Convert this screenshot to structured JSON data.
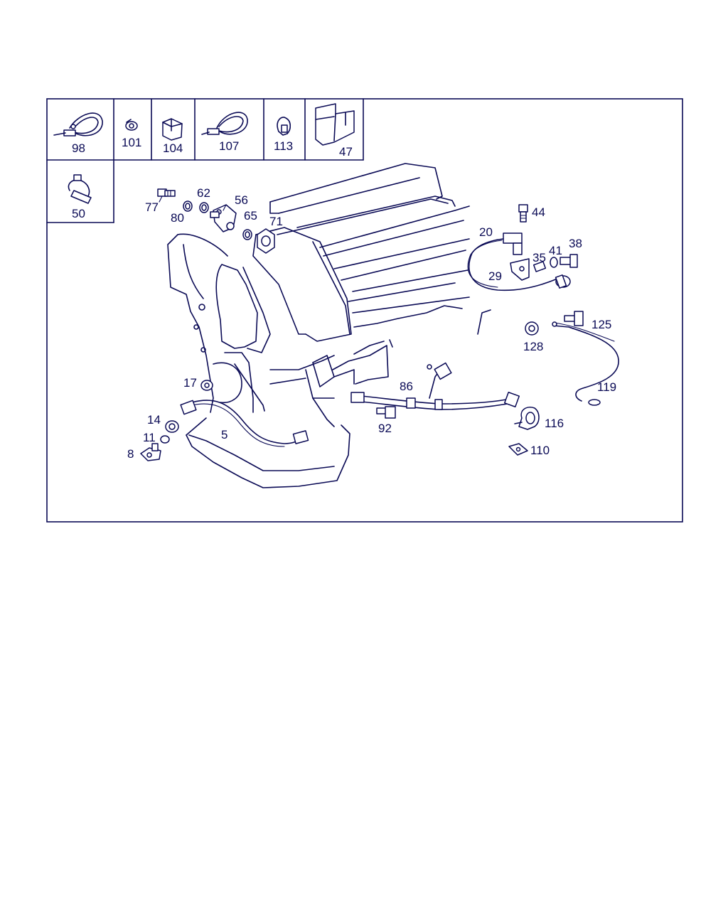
{
  "inset_labels": {
    "c98": "98",
    "c101": "101",
    "c104": "104",
    "c107": "107",
    "c113": "113",
    "c47": "47",
    "c50": "50"
  },
  "callouts": {
    "c77": "77",
    "c80": "80",
    "c62": "62",
    "c56": "56",
    "c65": "65",
    "c71": "71",
    "c44": "44",
    "c20": "20",
    "c35": "35",
    "c41": "41",
    "c38": "38",
    "c29": "29",
    "c125": "125",
    "c128": "128",
    "c119": "119",
    "c86": "86",
    "c92": "92",
    "c116": "116",
    "c110": "110",
    "c17": "17",
    "c14": "14",
    "c11": "11",
    "c8": "8",
    "c5": "5"
  },
  "colors": {
    "line": "#0a0a55",
    "background": "#ffffff"
  }
}
